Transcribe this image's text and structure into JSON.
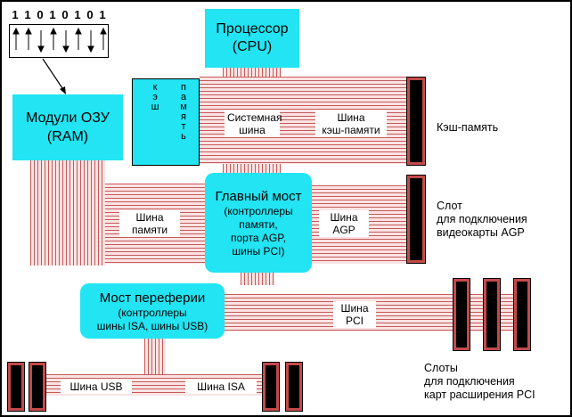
{
  "cpu": {
    "line1": "Процессор",
    "line2": "(CPU)"
  },
  "ram": {
    "line1": "Модули ОЗУ",
    "line2": "(RAM)"
  },
  "bits": [
    "1",
    "1",
    "0",
    "1",
    "0",
    "1",
    "0",
    "1"
  ],
  "cache_strip": {
    "col1": "кэш",
    "col2": "память"
  },
  "north_bridge": {
    "title": "Главный мост",
    "detail": [
      "(контроллеры",
      "памяти,",
      "порта AGP,",
      "шины PCI)"
    ]
  },
  "south_bridge": {
    "title": "Мост переферии",
    "detail": [
      "(контроллеры",
      "шины ISA, шины USB)"
    ]
  },
  "buses": {
    "system": [
      "Системная",
      "шина"
    ],
    "cache": [
      "Шина",
      "кэш-памяти"
    ],
    "memory": [
      "Шина",
      "памяти"
    ],
    "agp": [
      "Шина",
      "AGP"
    ],
    "pci": [
      "Шина",
      "PCI"
    ],
    "usb": "Шина USB",
    "isa": "Шина ISA"
  },
  "side_labels": {
    "cache_memory": "Кэш-память",
    "agp_slot": [
      "Слот",
      "для подключения",
      "видеокарты AGP"
    ],
    "pci_slots": [
      "Слоты",
      "для подключения",
      "карт расширения PCI"
    ]
  },
  "colors": {
    "block": "#22e4f2",
    "bus_line": "#c45a5a",
    "slot_body": "#c44a4a"
  }
}
